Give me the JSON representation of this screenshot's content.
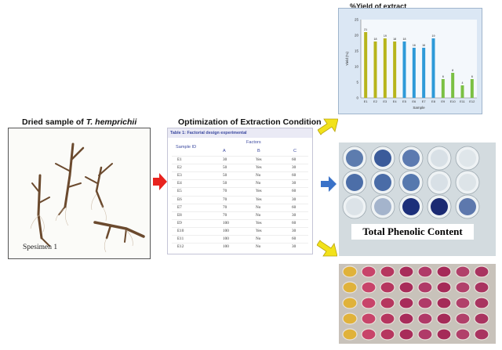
{
  "left": {
    "title_prefix": "Dried sample of ",
    "title_italic": "T. hemprichii",
    "specimen_label": "Spesimen 1"
  },
  "middle": {
    "title": "Optimization of Extraction Condition",
    "table": {
      "caption": "Table 1: Factorial design experimental",
      "sample_header": "Sample ID",
      "factors_header": "Factors",
      "columns": [
        "A",
        "B",
        "C"
      ],
      "rows": [
        [
          "E1",
          "30",
          "Yes",
          "60"
        ],
        [
          "E2",
          "50",
          "Yes",
          "30"
        ],
        [
          "E3",
          "50",
          "No",
          "60"
        ],
        [
          "E4",
          "50",
          "No",
          "30"
        ],
        [
          "E5",
          "70",
          "Yes",
          "60"
        ],
        [
          "E6",
          "70",
          "Yes",
          "30"
        ],
        [
          "E7",
          "70",
          "No",
          "60"
        ],
        [
          "E8",
          "70",
          "No",
          "30"
        ],
        [
          "E9",
          "100",
          "Yes",
          "60"
        ],
        [
          "E10",
          "100",
          "Yes",
          "30"
        ],
        [
          "E11",
          "100",
          "No",
          "60"
        ],
        [
          "E12",
          "100",
          "No",
          "30"
        ]
      ]
    }
  },
  "right": {
    "tpc_label": "Total Phenolic Content"
  },
  "colors": {
    "arrow_red": "#e8231e",
    "arrow_blue": "#3a72c8",
    "arrow_yellow": "#f2e21a",
    "bar_yellow": "#b7b51c",
    "bar_blue": "#2e9ad8",
    "bar_green": "#7bc043"
  },
  "chart_data": {
    "type": "bar",
    "title": "%Yield of extract",
    "xlabel": "Sample",
    "ylabel": "Yield (%)",
    "categories": [
      "E1",
      "E2",
      "E3",
      "E4",
      "E5",
      "E6",
      "E7",
      "E8",
      "E9",
      "E10",
      "E11",
      "E12"
    ],
    "values": [
      21,
      18,
      19,
      18,
      18,
      16,
      16,
      19,
      6,
      8,
      4,
      6
    ],
    "bar_colors": [
      "yellow",
      "yellow",
      "yellow",
      "yellow",
      "blue",
      "blue",
      "blue",
      "blue",
      "green",
      "green",
      "green",
      "green"
    ],
    "ylim": [
      0,
      25
    ],
    "yticks": [
      0,
      5,
      10,
      15,
      20,
      25
    ],
    "grid": false,
    "legend": "none"
  }
}
